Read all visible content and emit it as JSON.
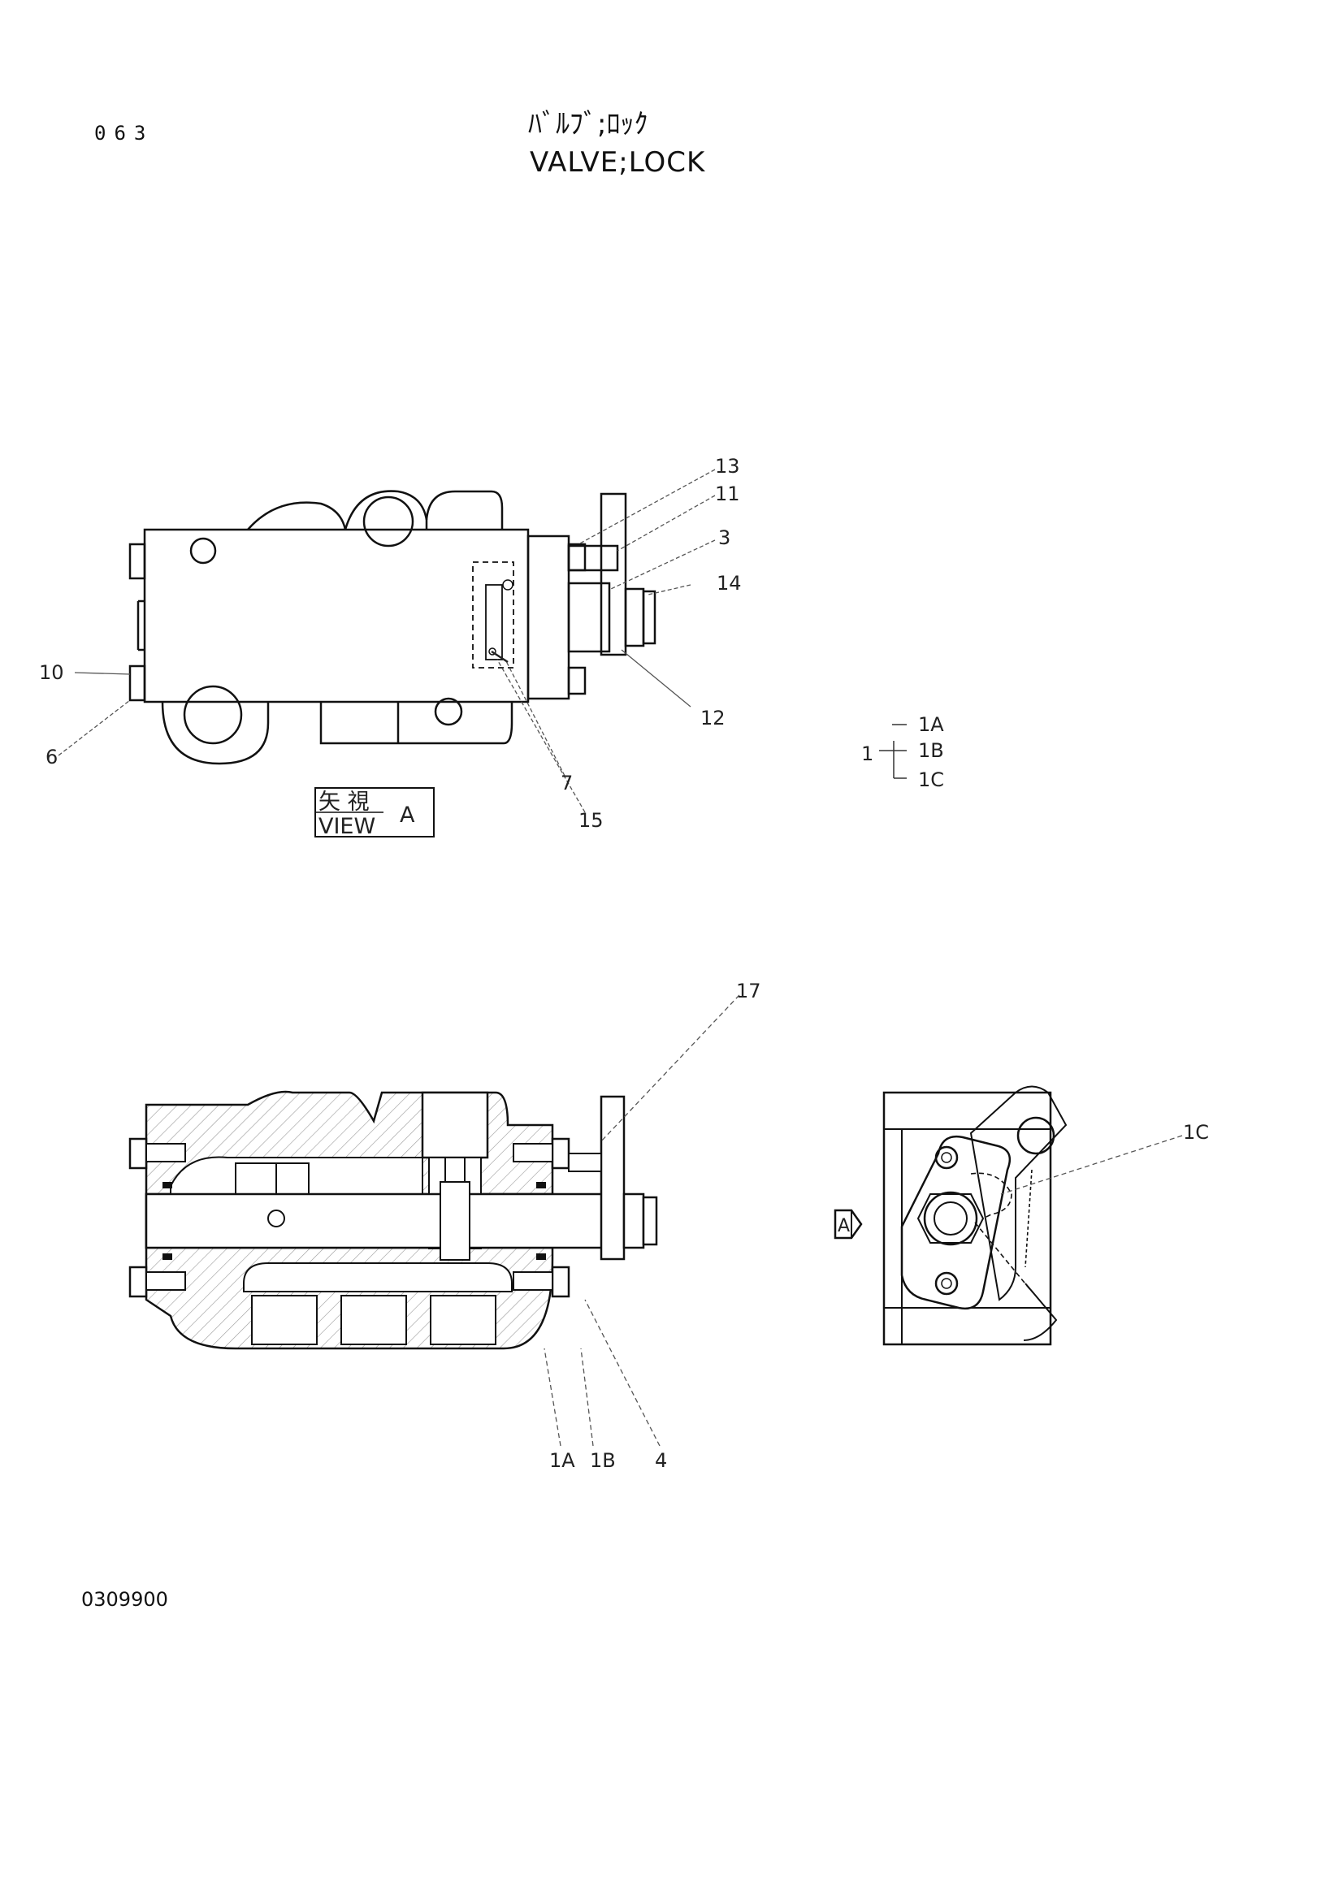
{
  "page_number": "063",
  "title_jp": "ﾊﾞﾙﾌﾞ;ﾛｯｸ",
  "title_en": "VALVE;LOCK",
  "drawing_code": "0309900",
  "view_label": {
    "jp": "矢 視",
    "en": "VIEW",
    "letter": "A"
  },
  "view_arrow": "A",
  "callouts_view_a": [
    "13",
    "11",
    "3",
    "14",
    "12",
    "10",
    "6",
    "7",
    "15"
  ],
  "item_1_group": {
    "parent": "1",
    "children": [
      "1A",
      "1B",
      "1C"
    ]
  },
  "callouts_section": [
    "17",
    "1A",
    "1B",
    "4"
  ],
  "callouts_side": [
    "1C"
  ]
}
